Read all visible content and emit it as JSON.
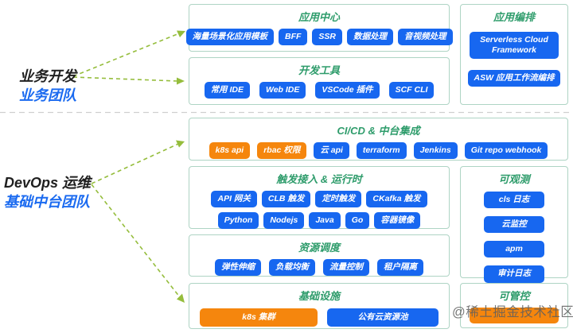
{
  "colors": {
    "blue": "#1767f0",
    "orange": "#f5860d",
    "green": "#2e9c6b",
    "border": "#aed4c4",
    "arrow": "#95bd3c",
    "teamblue": "#1a6af0",
    "dark": "#1f1f1f",
    "wmark": "#5f5f5f",
    "sep": "#cfcfcf"
  },
  "left_labels": {
    "business": {
      "role": "业务开发",
      "team": "业务团队"
    },
    "devops": {
      "role": "DevOps 运维",
      "team": "基础中台团队"
    }
  },
  "panels": {
    "app_center": {
      "title": "应用中心",
      "buttons": [
        {
          "label": "海量场景化应用模板",
          "color": "blue"
        },
        {
          "label": "BFF",
          "color": "blue"
        },
        {
          "label": "SSR",
          "color": "blue"
        },
        {
          "label": "数据处理",
          "color": "blue"
        },
        {
          "label": "音视频处理",
          "color": "blue"
        }
      ]
    },
    "dev_tools": {
      "title": "开发工具",
      "buttons": [
        {
          "label": "常用 IDE",
          "color": "blue"
        },
        {
          "label": "Web IDE",
          "color": "blue"
        },
        {
          "label": "VSCode 插件",
          "color": "blue"
        },
        {
          "label": "SCF CLI",
          "color": "blue"
        }
      ]
    },
    "app_orchestration": {
      "title": "应用编排",
      "buttons": [
        {
          "label": "Serverless Cloud Framework",
          "color": "blue"
        },
        {
          "label": "ASW 应用工作流编排",
          "color": "blue"
        }
      ]
    },
    "cicd": {
      "title": "CI/CD & 中台集成",
      "buttons": [
        {
          "label": "k8s api",
          "color": "orange"
        },
        {
          "label": "rbac 权限",
          "color": "orange"
        },
        {
          "label": "云 api",
          "color": "blue"
        },
        {
          "label": "terraform",
          "color": "blue"
        },
        {
          "label": "Jenkins",
          "color": "blue"
        },
        {
          "label": "Git repo webhook",
          "color": "blue"
        }
      ]
    },
    "trigger_runtime": {
      "title": "触发接入 & 运行时",
      "rows": [
        [
          {
            "label": "API 网关",
            "color": "blue"
          },
          {
            "label": "CLB 触发",
            "color": "blue"
          },
          {
            "label": "定时触发",
            "color": "blue"
          },
          {
            "label": "CKafka 触发",
            "color": "blue"
          }
        ],
        [
          {
            "label": "Python",
            "color": "blue"
          },
          {
            "label": "Nodejs",
            "color": "blue"
          },
          {
            "label": "Java",
            "color": "blue"
          },
          {
            "label": "Go",
            "color": "blue"
          },
          {
            "label": "容器镜像",
            "color": "blue"
          }
        ]
      ]
    },
    "observability": {
      "title": "可观测",
      "buttons": [
        {
          "label": "cls 日志",
          "color": "blue"
        },
        {
          "label": "云监控",
          "color": "blue"
        },
        {
          "label": "apm",
          "color": "blue"
        },
        {
          "label": "审计日志",
          "color": "blue"
        }
      ]
    },
    "resource_scheduling": {
      "title": "资源调度",
      "buttons": [
        {
          "label": "弹性伸缩",
          "color": "blue"
        },
        {
          "label": "负载均衡",
          "color": "blue"
        },
        {
          "label": "流量控制",
          "color": "blue"
        },
        {
          "label": "租户隔离",
          "color": "blue"
        }
      ]
    },
    "infrastructure": {
      "title": "基础设施",
      "buttons": [
        {
          "label": "k8s 集群",
          "color": "orange"
        },
        {
          "label": "公有云资源池",
          "color": "blue"
        }
      ]
    },
    "manageability": {
      "title": "可管控",
      "buttons": [
        {
          "label": "",
          "color": "orange"
        }
      ]
    }
  },
  "watermark": "@稀土掘金技术社区"
}
